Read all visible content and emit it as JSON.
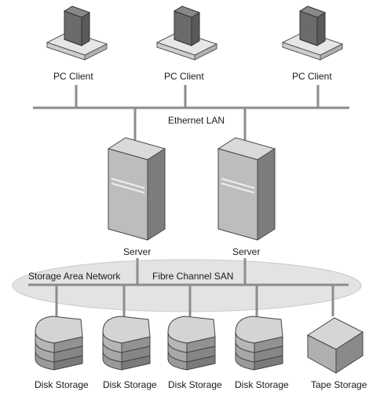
{
  "clients": [
    {
      "label": "PC Client"
    },
    {
      "label": "PC Client"
    },
    {
      "label": "PC Client"
    }
  ],
  "lan": {
    "label": "Ethernet LAN"
  },
  "servers": [
    {
      "label": "Server"
    },
    {
      "label": "Server"
    }
  ],
  "san": {
    "label": "Storage Area Network",
    "bus_label": "Fibre Channel SAN"
  },
  "storage": [
    {
      "label": "Disk Storage"
    },
    {
      "label": "Disk Storage"
    },
    {
      "label": "Disk Storage"
    },
    {
      "label": "Disk Storage"
    },
    {
      "label": "Tape Storage"
    }
  ],
  "colors": {
    "line": "#8c8c8c",
    "device_light": "#e6e6e6",
    "device_mid": "#bdbdbd",
    "device_dark": "#555555",
    "ellipse": "#e3e3e3"
  }
}
